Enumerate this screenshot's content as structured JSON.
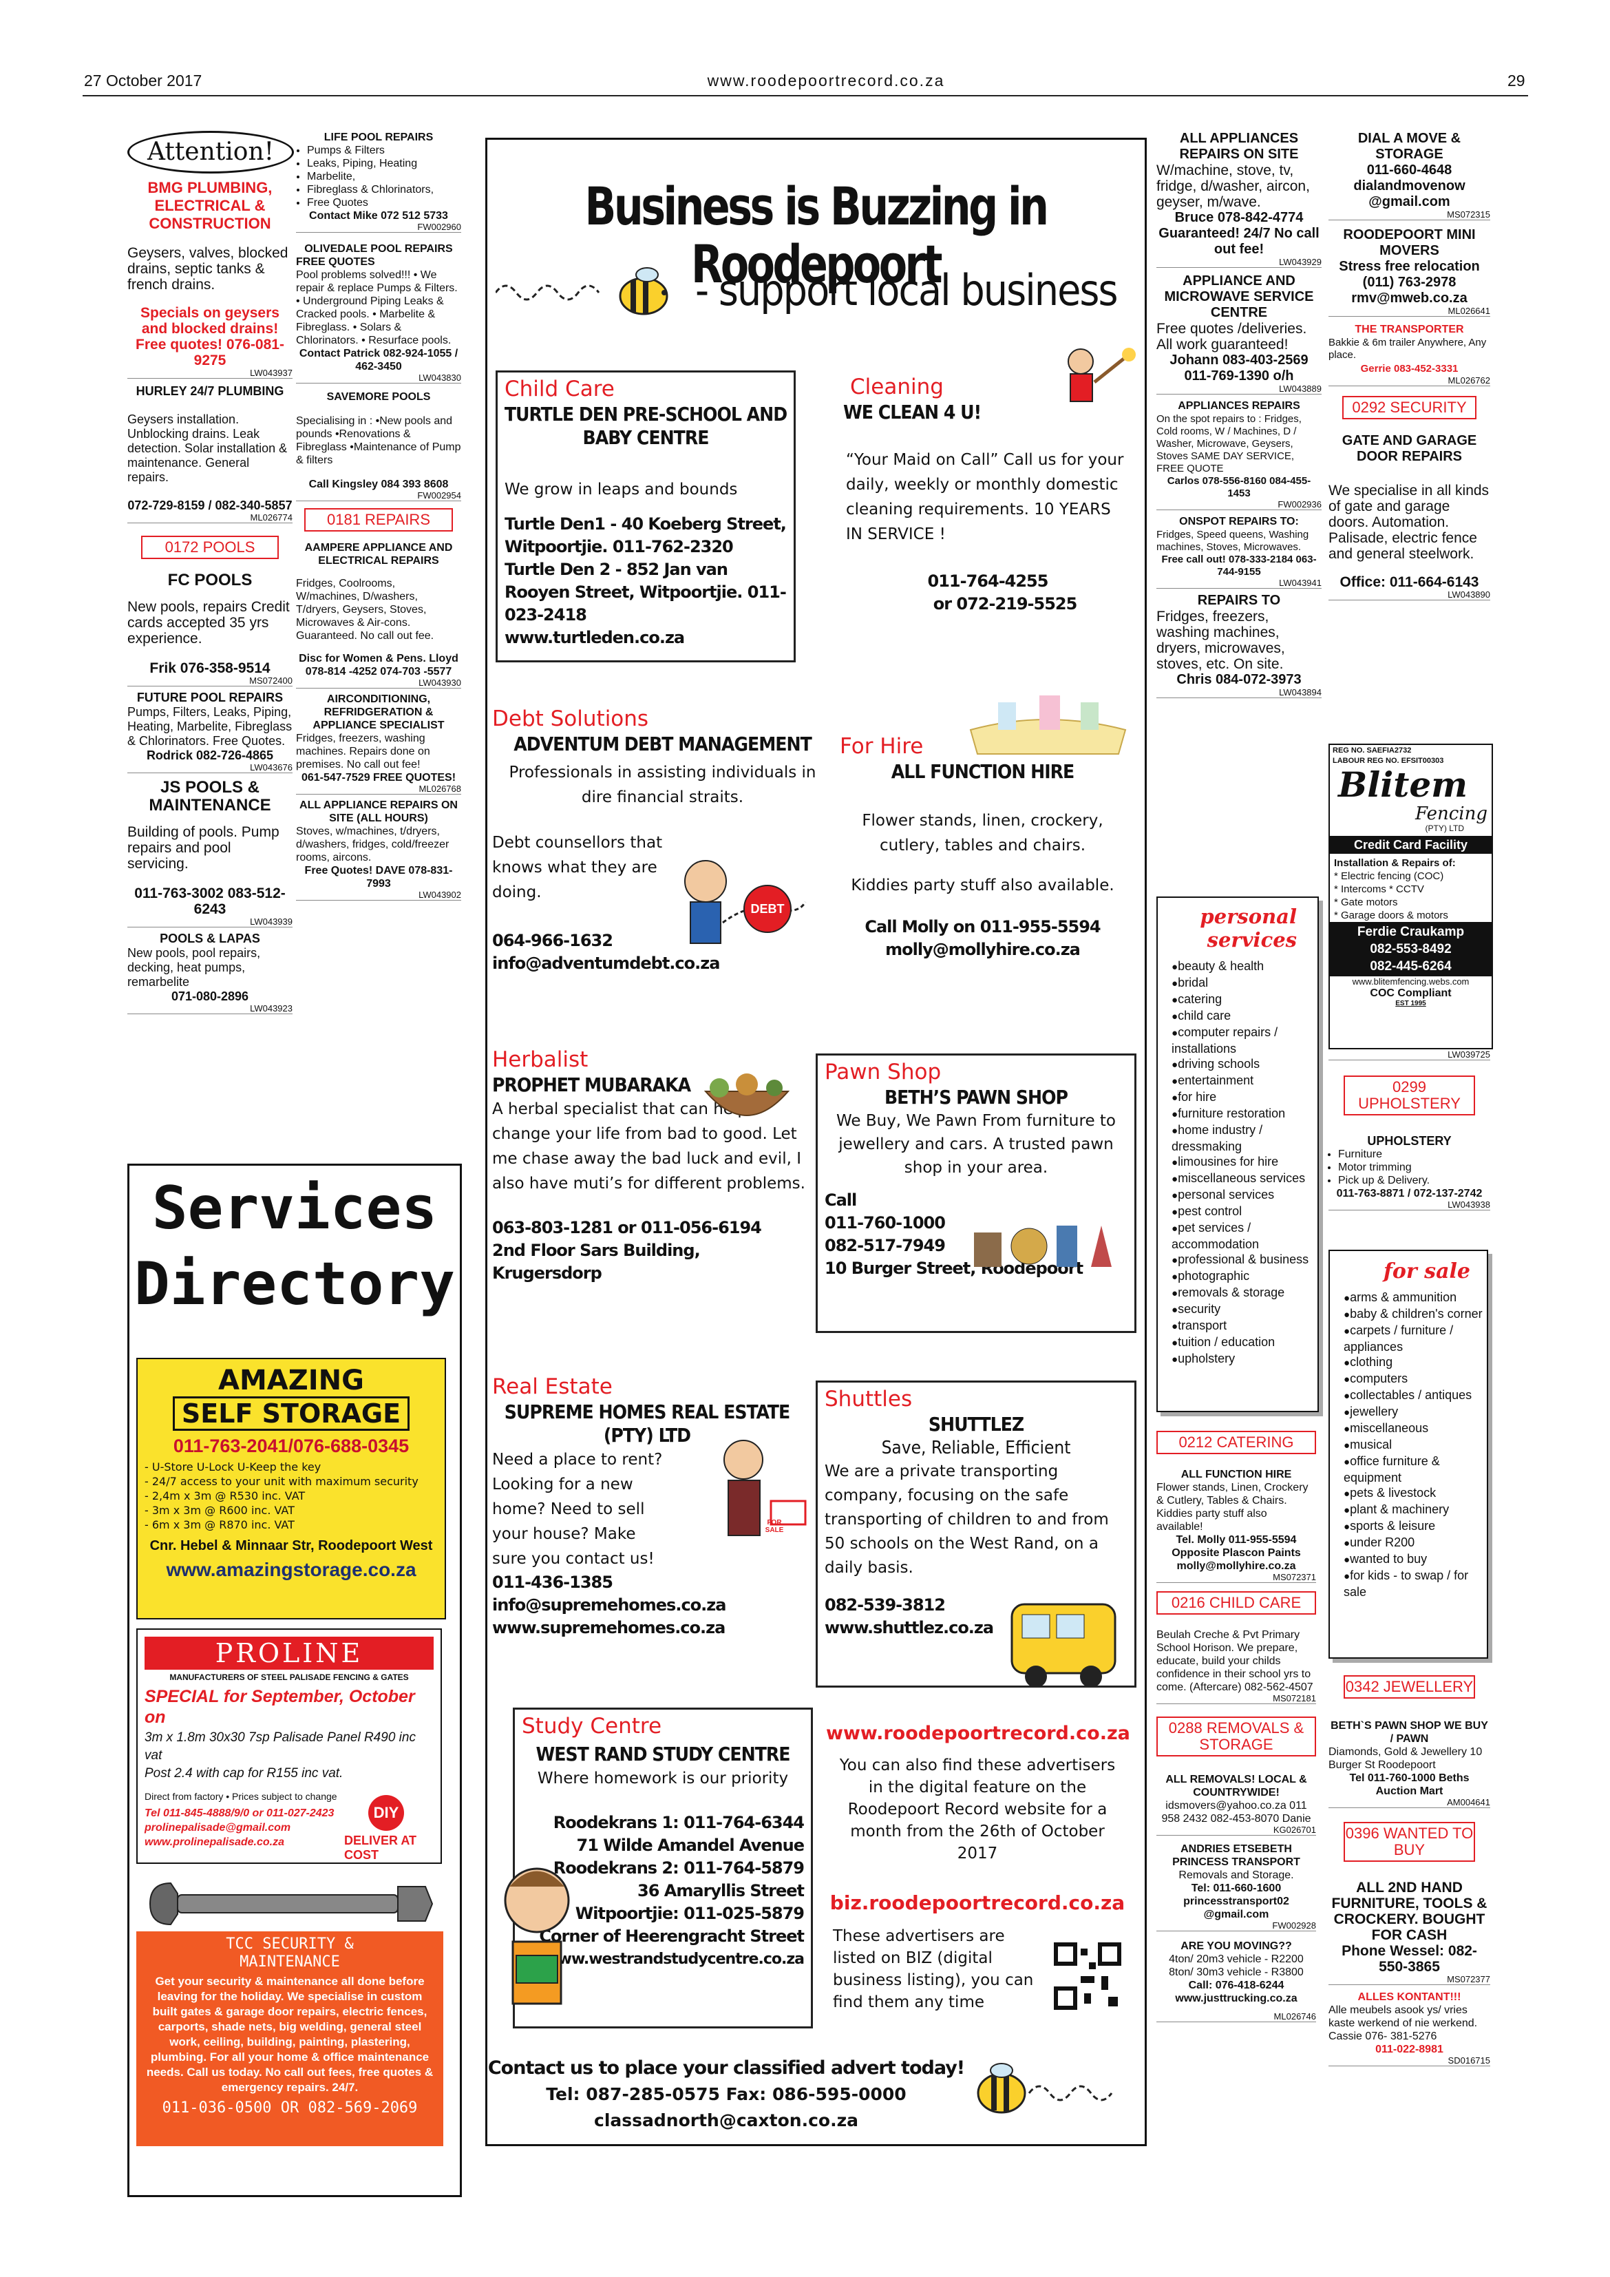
{
  "header": {
    "date": "27 October 2017",
    "site": "www.roodepoortrecord.co.za",
    "page": "29"
  },
  "col1": {
    "attention": "Attention!",
    "bmg_title": "BMG PLUMBING, ELECTRICAL & CONSTRUCTION",
    "bmg_body": "Geysers, valves, blocked drains, septic tanks & french drains.",
    "bmg_specials": "Specials on geysers and blocked drains! Free quotes! 076-081-9275",
    "bmg_ref": "LW043937",
    "hurley_title": "HURLEY 24/7 PLUMBING",
    "hurley_body": "Geysers installation. Unblocking drains. Leak detection. Solar installation & maintenance. General repairs.",
    "hurley_phone": "072-729-8159 / 082-340-5857",
    "hurley_ref": "ML026774",
    "pools_box": "0172 POOLS",
    "fc_title": "FC POOLS",
    "fc_body": "New pools, repairs Credit cards accepted 35 yrs experience.",
    "fc_phone": "Frik 076-358-9514",
    "fc_ref": "MS072400",
    "future_title": "FUTURE POOL REPAIRS",
    "future_body": "Pumps, Filters, Leaks, Piping, Heating, Marbelite, Fibreglass & Chlorinators. Free Quotes.",
    "future_phone": "Rodrick 082-726-4865",
    "future_ref": "LW043676",
    "js_title": "JS POOLS & MAINTENANCE",
    "js_body": "Building of pools. Pump repairs and pool servicing.",
    "js_phone": "011-763-3002 083-512-6243",
    "js_ref": "LW043939",
    "lapas_title": "POOLS & LAPAS",
    "lapas_body": "New pools, pool repairs, decking, heat pumps, remarbelite",
    "lapas_phone": "071-080-2896",
    "lapas_ref": "LW043923"
  },
  "col2": {
    "life_title": "LIFE POOL REPAIRS",
    "life_items": [
      "Pumps & Filters",
      "Leaks, Piping, Heating",
      "Marbelite,",
      "Fibreglass & Chlorinators,",
      "Free Quotes"
    ],
    "life_contact": "Contact Mike 072 512 5733",
    "life_ref": "FW002960",
    "olive_title": "OLIVEDALE POOL REPAIRS",
    "olive_free": "FREE QUOTES",
    "olive_body": "Pool problems solved!!! • We repair & replace Pumps & Filters. • Underground Piping Leaks & Cracked pools. • Marbelite & Fibreglass. • Solars & Chlorinators. • Resurface pools.",
    "olive_contact": "Contact Patrick 082-924-1055 / 462-3450",
    "olive_ref": "LW043830",
    "savemore_title": "SAVEMORE POOLS",
    "savemore_body": "Specialising in : •New pools and pounds •Renovations & Fibreglass •Maintenance of Pump & filters",
    "savemore_contact": "Call Kingsley 084 393 8608",
    "savemore_ref": "FW002954",
    "repairs_box": "0181 REPAIRS",
    "aampere_title": "AAMPERE APPLIANCE AND ELECTRICAL REPAIRS",
    "aampere_body": "Fridges, Coolrooms, W/machines, D/washers, T/dryers, Geysers, Stoves, Microwaves & Air-cons. Guaranteed. No call out fee.",
    "aampere_contact": "Disc for Women & Pens. Lloyd 078-814 -4252 074-703 -5577",
    "aampere_ref": "LW043930",
    "aircon_title": "AIRCONDITIONING, REFRIDGERATION & APPLIANCE SPECIALIST",
    "aircon_body": "Fridges, freezers, washing machines. Repairs done on premises. No call out fee!",
    "aircon_contact": "061-547-7529 FREE QUOTES!",
    "aircon_ref": "ML026768",
    "allapp_title": "ALL APPLIANCE REPAIRS ON SITE (ALL HOURS)",
    "allapp_body": "Stoves, w/machines, t/dryers, d/washers, fridges, cold/freezer rooms, aircons.",
    "allapp_contact": "Free Quotes! DAVE 078-831-7993",
    "allapp_ref": "LW043902"
  },
  "directory": {
    "line1": "Services",
    "line2": "Directory"
  },
  "storage": {
    "title1": "AMAZING",
    "title2": "SELF STORAGE",
    "phone": "011-763-2041/076-688-0345",
    "items": [
      "- U-Store U-Lock U-Keep the key",
      "- 24/7 access to your unit with maximum security",
      "- 2,4m x 3m @ R530 inc. VAT",
      "- 3m x 3m @ R600 inc. VAT",
      "- 6m x 3m @ R870 inc. VAT"
    ],
    "address": "Cnr. Hebel & Minnaar Str, Roodepoort West",
    "url": "www.amazingstorage.co.za"
  },
  "proline": {
    "title": "PROLINE PALISADE",
    "subtitle": "MANUFACTURERS OF STEEL PALISADE FENCING & GATES",
    "special": "SPECIAL for September, October on",
    "spec1": "3m x 1.8m 30x30 7sp Palisade Panel R490 inc vat",
    "spec2": "Post 2.4 with cap for R155 inc vat.",
    "note": "Direct from factory • Prices subject to change",
    "phone": "Tel 011-845-4888/9/0 or 011-027-2423",
    "email": "prolinepalisade@gmail.com",
    "url": "www.prolinepalisade.co.za",
    "diy": "DIY",
    "deliver": "DELIVER AT COST"
  },
  "tcc": {
    "title": "TCC SECURITY & MAINTENANCE",
    "body": "Get your security & maintenance all done before leaving for the holiday. We specialise in custom built gates & garage door repairs, electric fences, carports, shade nets, big welding, general steel work, ceiling, building, painting, plastering, plumbing. For all your home & office maintenance needs. Call us today. No call out fees, free quotes & emergency repairs. 24/7.",
    "phone": "011-036-0500 OR 082-569-2069"
  },
  "feature": {
    "headline": "Business is Buzzing in Roodepoort",
    "subhead": "- support local business",
    "childcare": {
      "cat": "Child Care",
      "name": "TURTLE DEN PRE-SCHOOL AND BABY CENTRE",
      "text": "We grow in leaps and bounds",
      "addr1": "Turtle Den1 - 40 Koeberg Street, Witpoortjie. 011-762-2320",
      "addr2": "Turtle Den 2 - 852 Jan van Rooyen Street, Witpoortjie. 011-023-2418",
      "url": "www.turtleden.co.za"
    },
    "cleaning": {
      "cat": "Cleaning",
      "name": "WE CLEAN 4 U!",
      "text": "“Your Maid on Call” Call us for your daily, weekly or monthly domestic cleaning requirements. 10 YEARS IN SERVICE !",
      "phone1": "011-764-4255",
      "phone2": "or 072-219-5525"
    },
    "debt": {
      "cat": "Debt Solutions",
      "name": "ADVENTUM DEBT MANAGEMENT",
      "text1": "Professionals in assisting individuals in dire financial straits.",
      "text2": "Debt counsellors that knows what they are doing.",
      "phone": "064-966-1632",
      "email": "info@adventumdebt.co.za",
      "badge": "DEBT"
    },
    "hire": {
      "cat": "For Hire",
      "name": "ALL FUNCTION HIRE",
      "text1": "Flower stands, linen, crockery, cutlery, tables and chairs.",
      "text2": "Kiddies party stuff also available.",
      "phone": "Call Molly on 011-955-5594",
      "email": "molly@mollyhire.co.za"
    },
    "herbalist": {
      "cat": "Herbalist",
      "name": "PROPHET MUBARAKA",
      "text": "A herbal specialist that can help change your life from bad to good. Let me chase away the bad luck and evil, I also have muti’s for different problems.",
      "phone": "063-803-1281 or 011-056-6194",
      "addr": "2nd Floor Sars Building, Krugersdorp"
    },
    "pawn": {
      "cat": "Pawn Shop",
      "name": "BETH’S PAWN SHOP",
      "text": "We Buy, We Pawn From furniture to jewellery and cars. A trusted pawn shop in your area.",
      "call": "Call",
      "phone1": "011-760-1000",
      "phone2": "082-517-7949",
      "addr": "10 Burger Street, Roodepoort"
    },
    "realestate": {
      "cat": "Real Estate",
      "name": "SUPREME HOMES REAL ESTATE (PTY) LTD",
      "text": "Need a place to rent? Looking for a new home? Need to sell your house? Make sure you contact us!",
      "phone": "011-436-1385",
      "email": "info@supremehomes.co.za",
      "url": "www.supremehomes.co.za",
      "sign": "FOR SALE"
    },
    "shuttles": {
      "cat": "Shuttles",
      "name": "SHUTTLEZ",
      "tag": "Save, Reliable, Efficient",
      "text": "We are a private transporting company, focusing on the safe transporting of children to and from 50 schools on the West Rand, on a daily basis.",
      "phone": "082-539-3812",
      "url": "www.shuttlez.co.za"
    },
    "study": {
      "cat": "Study Centre",
      "name": "WEST RAND STUDY CENTRE",
      "tag": "Where homework is our priority",
      "l1": "Roodekrans 1: 011-764-6344",
      "l2": "71 Wilde Amandel Avenue",
      "l3": "Roodekrans 2: 011-764-5879",
      "l4": "36 Amaryllis Street",
      "l5": "Witpoortjie: 011-025-5879",
      "l6": "Corner of Heerengracht Street",
      "url": "www.westrandstudycentre.co.za"
    },
    "digital": {
      "url": "www.roodepoortrecord.co.za",
      "text": "You can also find these advertisers in the digital feature on the Roodepoort Record website for a month from the 26th of October 2017",
      "biz": "biz.roodepoortrecord.co.za",
      "text2": "These advertisers are listed on BIZ (digital business listing), you can find them any time"
    },
    "contact": {
      "l1": "Contact us to place your classified advert today!",
      "l2": "Tel: 087-285-0575   Fax: 086-595-0000",
      "l3": "classadnorth@caxton.co.za"
    }
  },
  "col3": {
    "allapp_title": "ALL APPLIANCES REPAIRS ON SITE",
    "allapp_body": "W/machine, stove, tv, fridge, d/washer, aircon, geyser, m/wave.",
    "allapp_contact": "Bruce 078-842-4774 Guaranteed! 24/7 No call out fee!",
    "allapp_ref": "LW043929",
    "msc_title": "APPLIANCE AND MICROWAVE SERVICE CENTRE",
    "msc_body": "Free quotes /deliveries. All work guaranteed!",
    "msc_contact": "Johann 083-403-2569 011-769-1390 o/h",
    "msc_ref": "LW043889",
    "ar_title": "APPLIANCES REPAIRS",
    "ar_body": "On the spot repairs to : Fridges, Cold rooms, W / Machines, D / Washer, Microwave, Geysers, Stoves SAME DAY SERVICE, FREE QUOTE",
    "ar_contact": "Carlos 078-556-8160 084-455-1453",
    "ar_ref": "FW002936",
    "onspot_title": "ONSPOT REPAIRS TO:",
    "onspot_body": "Fridges, Speed queens, Washing machines, Stoves, Microwaves.",
    "onspot_contact": "Free call out! 078-333-2184 063-744-9155",
    "onspot_ref": "LW043941",
    "rt_title": "REPAIRS TO",
    "rt_body": "Fridges, freezers, washing machines, dryers, microwaves, stoves, etc. On site.",
    "rt_contact": "Chris 084-072-3973",
    "rt_ref": "LW043894",
    "ps_title1": "personal",
    "ps_title2": "services",
    "ps_items": [
      "beauty & health",
      "bridal",
      "catering",
      "child care",
      "computer repairs / installations",
      "driving schools",
      "entertainment",
      "for hire",
      "furniture restoration",
      "home industry / dressmaking",
      "limousines for hire",
      "miscellaneous services",
      "personal services",
      "pest control",
      "pet services / accommodation",
      "professional & business",
      "photographic",
      "removals & storage",
      "security",
      "transport",
      "tuition / education",
      "upholstery"
    ],
    "catering_box": "0212 CATERING",
    "fh_title": "ALL FUNCTION HIRE",
    "fh_body": "Flower stands, Linen, Crockery & Cutlery, Tables & Chairs. Kiddies party stuff also available!",
    "fh_contact": "Tel. Molly 011-955-5594 Opposite Plascon Paints molly@mollyhire.co.za",
    "fh_ref": "MS072371",
    "childcare_box": "0216 CHILD CARE",
    "beulah_body": "Beulah Creche & Pvt Primary School Horison. We prepare, educate, build your childs confidence in their school yrs to come. (Aftercare) 082-562-4507",
    "beulah_ref": "MS072181",
    "removals_box": "0288 REMOVALS & STORAGE",
    "rem_title": "ALL REMOVALS! LOCAL & COUNTRYWIDE!",
    "rem_body": "idsmovers@yahoo.co.za 011 958 2432 082-453-8070 Danie",
    "rem_ref": "KG026701",
    "andries_title": "ANDRIES ETSEBETH PRINCESS TRANSPORT",
    "andries_body": "Removals and Storage.",
    "andries_contact": "Tel: 011-660-1600 princesstransport02 @gmail.com",
    "andries_ref": "FW002928",
    "moving_title": "ARE YOU MOVING??",
    "moving_body": "4ton/ 20m3 vehicle - R2200 8ton/ 30m3 vehicle - R3800",
    "moving_contact": "Call: 076-418-6244 www.justtrucking.co.za",
    "moving_ref": "ML026746"
  },
  "col4": {
    "dial_title": "DIAL A MOVE & STORAGE",
    "dial_contact": "011-660-4648 dialandmovenow @gmail.com",
    "dial_ref": "MS072315",
    "rmm_title": "ROODEPOORT MINI MOVERS",
    "rmm_body": "Stress free relocation",
    "rmm_contact": "(011) 763-2978 rmv@mweb.co.za",
    "rmm_ref": "ML026641",
    "trans_title": "THE TRANSPORTER",
    "trans_body": "Bakkie & 6m trailer Anywhere, Any place.",
    "trans_contact": "Gerrie 083-452-3331",
    "trans_ref": "ML026762",
    "security_box": "0292 SECURITY",
    "gate_title": "GATE AND GARAGE DOOR REPAIRS",
    "gate_body": "We specialise in all kinds of gate and garage doors. Automation. Palisade, electric fence and general steelwork.",
    "gate_contact": "Office: 011-664-6143",
    "gate_ref": "LW043890",
    "blitem": {
      "reg1": "REG NO. SAEFIA2732",
      "reg2": "LABOUR REG NO. EFSIT00303",
      "logo": "Blitem",
      "fencing": "Fencing",
      "pty": "(PTY) LTD",
      "credit": "Credit Card Facility",
      "inst": "Installation & Repairs of:",
      "items": [
        "* Electric fencing (COC)",
        "* Intercoms * CCTV",
        "* Gate motors",
        "* Garage doors & motors"
      ],
      "name": "Ferdie Craukamp",
      "p1": "082-553-8492",
      "p2": "082-445-6264",
      "web": "www.blitemfencing.webs.com",
      "coc": "COC Compliant",
      "est": "EST 1995",
      "ref": "LW039725"
    },
    "uph_box": "0299 UPHOLSTERY",
    "uph_title": "UPHOLSTERY",
    "uph_items": [
      "Furniture",
      "Motor trimming",
      "Pick up & Delivery."
    ],
    "uph_contact": "011-763-8871 / 072-137-2742",
    "uph_ref": "LW043938",
    "fs_title": "for sale",
    "fs_items": [
      "arms & ammunition",
      "baby & children's corner",
      "carpets / furniture / appliances",
      "clothing",
      "computers",
      "collectables / antiques",
      "jewellery",
      "miscellaneous",
      "musical",
      "office furniture & equipment",
      "pets & livestock",
      "plant & machinery",
      "sports & leisure",
      "under R200",
      "wanted to buy",
      "for kids - to swap / for sale"
    ],
    "jew_box": "0342 JEWELLERY",
    "beth_title": "BETH`S PAWN SHOP WE BUY / PAWN",
    "beth_body": "Diamonds, Gold & Jewellery 10 Burger St Roodepoort",
    "beth_contact": "Tel 011-760-1000 Beths Auction Mart",
    "beth_ref": "AM004641",
    "wtb_box": "0396 WANTED TO BUY",
    "hand_title": "ALL 2ND HAND FURNITURE, TOOLS & CROCKERY. BOUGHT FOR CASH",
    "hand_contact": "Phone Wessel: 082-550-3865",
    "hand_ref": "MS072377",
    "alles_title": "ALLES KONTANT!!!",
    "alles_body": "Alle meubels asook ys/ vries kaste werkend of nie werkend. Cassie 076- 381-5276",
    "alles_phone": "011-022-8981",
    "alles_ref": "SD016715"
  },
  "colors": {
    "red": "#e31e24",
    "yellow": "#fae22c",
    "orange": "#f15a24",
    "navy": "#1d2f6f"
  }
}
